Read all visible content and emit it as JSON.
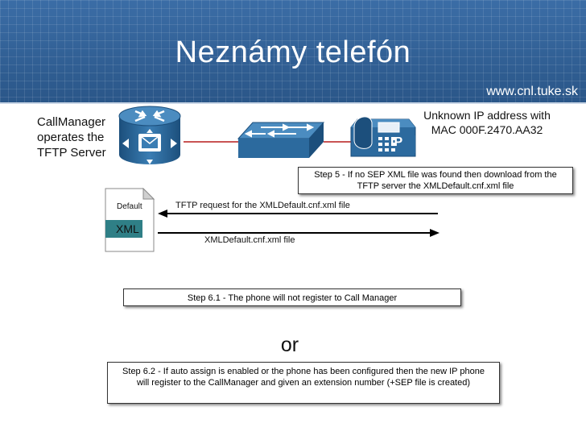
{
  "header": {
    "title": "Neznámy telefón",
    "site": "www.cnl.tuke.sk"
  },
  "diagram": {
    "callmanager_label": [
      "CallManager",
      "operates the",
      "TFTP Server"
    ],
    "phone_label": [
      "Unknown IP address with",
      "MAC 000F.2470.AA32"
    ],
    "phone_badge": "IP",
    "step5": "Step 5 - If no SEP XML file was found then download from the TFTP server the XMLDefault.cnf.xml file",
    "file_tab": "Default",
    "file_label": "XML",
    "tftp_request": "TFTP request for the XMLDefault.cnf.xml file",
    "file_response": "XMLDefault.cnf.xml file",
    "step6_1": "Step 6.1 - The phone will not register to Call Manager",
    "or": "or",
    "step6_2": "Step 6.2 - If auto assign is enabled or the phone has been configured then the new IP phone will register to the CallManager and given an extension number (+SEP file is created)"
  }
}
